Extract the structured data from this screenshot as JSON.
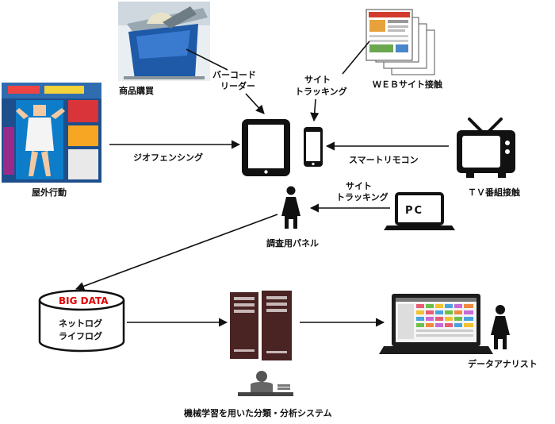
{
  "labels": {
    "shopping": "商品購買",
    "barcode_line1": "バーコード",
    "barcode_line2": "リーダー",
    "web_contact": "ＷＥＢサイト接触",
    "site_tracking_top_line1": "サイト",
    "site_tracking_top_line2": "トラッキング",
    "geofencing": "ジオフェンシング",
    "smart_remote": "スマートリモコン",
    "outdoor": "屋外行動",
    "tv_contact": "ＴＶ番組接触",
    "site_tracking_pc_line1": "サイト",
    "site_tracking_pc_line2": "トラッキング",
    "pc": "PC",
    "panel": "調査用パネル",
    "bigdata": "BIG DATA",
    "netlog": "ネットログ",
    "lifelog": "ライフログ",
    "analyst": "データアナリスト",
    "ml_system": "機械学習を用いた分類・分析システム"
  },
  "colors": {
    "ink": "#111111",
    "bigdata_red": "#e00000",
    "server": "#4a2323"
  }
}
